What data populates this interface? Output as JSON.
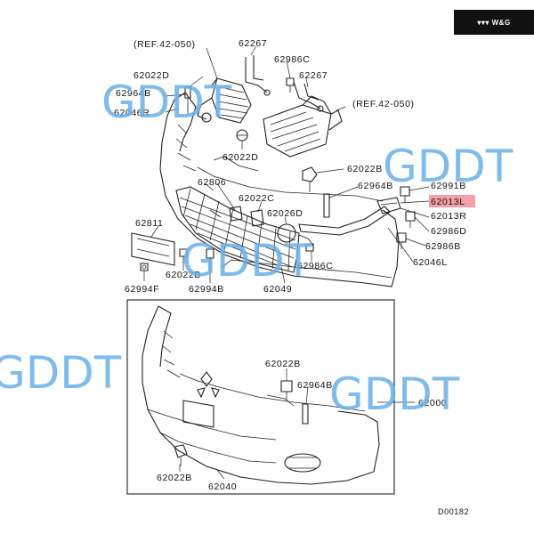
{
  "logo": {
    "text": "W&G",
    "mark": "wings-logo-icon"
  },
  "diagram_code": "D00182",
  "watermarks": [
    "GDDT",
    "GDDT",
    "GDDT",
    "GDDT",
    "GDDT"
  ],
  "labels": {
    "ref_left": "(REF.42-050)",
    "ref_right": "(REF.42-050)",
    "p62267_a": "62267",
    "p62986c_a": "62986C",
    "p62267_b": "62267",
    "p62022d_a": "62022D",
    "p62964b_a": "62964B",
    "p62046r": "62046R",
    "p62022d_b": "62022D",
    "p62022b_a": "62022B",
    "p62806": "62806",
    "p62964b_b": "62964B",
    "p62991b": "62991B",
    "p62022c": "62022C",
    "p62026d": "62026D",
    "p62013l": "62013L",
    "p62013r": "62013R",
    "p62986d": "62986D",
    "p62811": "62811",
    "p62986b": "62986B",
    "p62046l": "62046L",
    "p62986c_b": "62986C",
    "p62022b_b": "62022B",
    "p62994f": "62994F",
    "p62994b": "62994B",
    "p62049": "62049",
    "p62022b_c": "62022B",
    "p62964b_c": "62964B",
    "p62000": "62000",
    "p62022b_d": "62022B",
    "p62040": "62040"
  },
  "highlight_color": "#f4a0a8"
}
